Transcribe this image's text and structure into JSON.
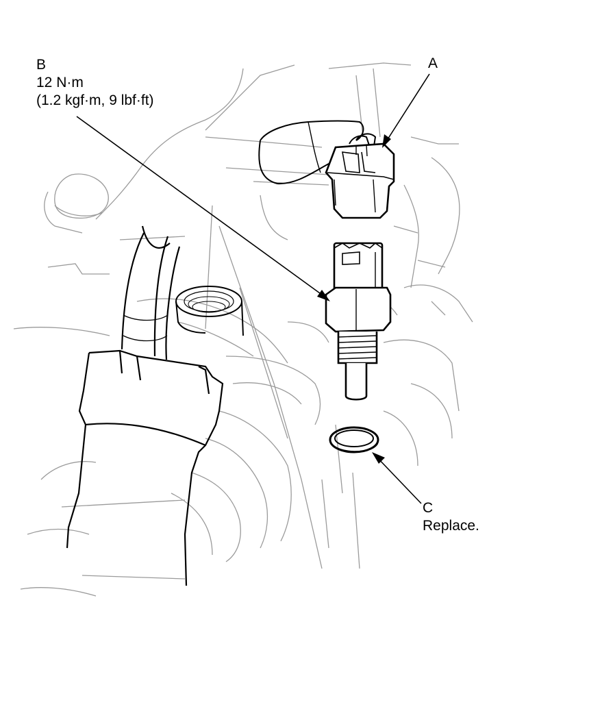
{
  "callouts": {
    "a": {
      "letter": "A"
    },
    "b": {
      "letter": "B",
      "torque": "12 N·m",
      "torque_alt": "(1.2 kgf·m, 9 lbf·ft)"
    },
    "c": {
      "letter": "C",
      "note": "Replace."
    }
  },
  "colors": {
    "ink": "#000000",
    "faint": "#9a9a9a",
    "paper": "#ffffff"
  }
}
